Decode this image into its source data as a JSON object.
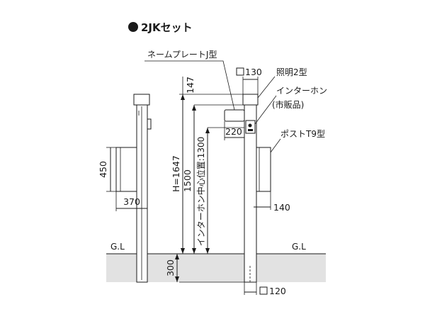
{
  "title": {
    "bullet_icon": "filled-circle-icon",
    "text": "2JKセット"
  },
  "labels": {
    "name_plate": "ネームプレートJ型",
    "light": "照明2型",
    "intercom_1": "インターホン",
    "intercom_2": "(市販品)",
    "post": "ポストT9型",
    "ground_left": "G.L",
    "ground_right": "G.L"
  },
  "dimensions": {
    "light_size": "130",
    "top_offset": "147",
    "nameplate_width": "220",
    "total_height": "H=1647",
    "post_height": "1500",
    "intercom_center": "インターホン中心位置:1300",
    "mailbox_height": "450",
    "mailbox_width": "370",
    "mailbox_depth": "140",
    "below_ground": "300",
    "pole_size": "120"
  },
  "colors": {
    "line": "#1a1a1a",
    "ground": "#e2e2e2",
    "background": "#ffffff"
  }
}
